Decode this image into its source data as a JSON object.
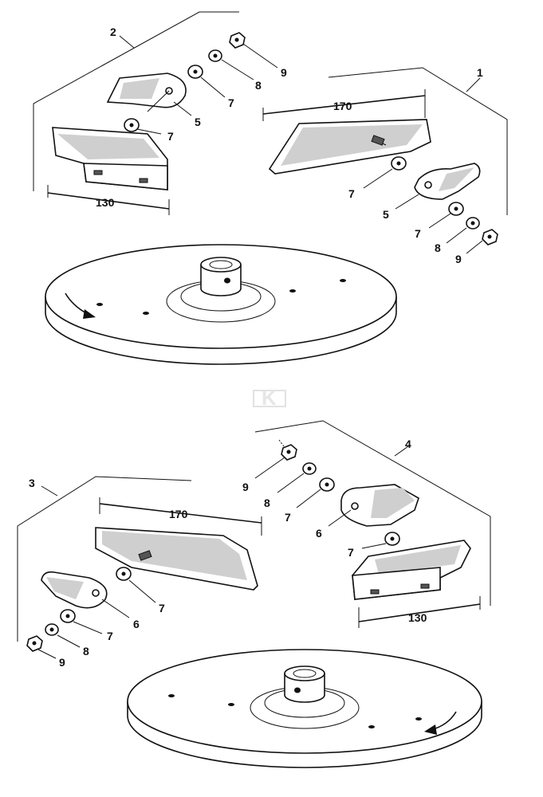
{
  "labels": {
    "g1": "1",
    "g2": "2",
    "g3": "3",
    "g4": "4",
    "p5": "5",
    "p6": "6",
    "p7": "7",
    "p8": "8",
    "p9": "9"
  },
  "dimensions": {
    "d130": "130",
    "d170": "170"
  },
  "watermark": "K"
}
